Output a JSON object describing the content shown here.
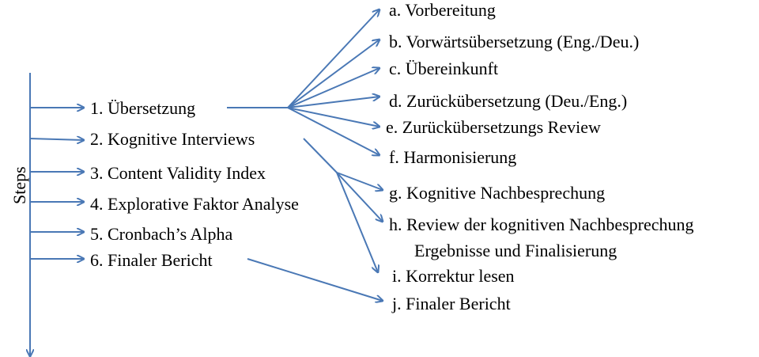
{
  "axis_label": "Steps",
  "line_color": "#4a78b5",
  "steps": [
    "1. Übersetzung",
    "2. Kognitive Interviews",
    "3. Content Validity Index",
    "4. Explorative Faktor Analyse",
    "5. Cronbach’s Alpha",
    "6. Finaler Bericht"
  ],
  "substeps": [
    "a. Vorbereitung",
    "b. Vorwärtsübersetzung (Eng./Deu.)",
    "c. Übereinkunft",
    "d. Zurückübersetzung (Deu./Eng.)",
    "e. Zurückübersetzungs Review",
    "f. Harmonisierung",
    "g. Kognitive Nachbesprechung",
    "h. Review der kognitiven Nachbesprechung",
    "Ergebnisse und Finalisierung",
    "i. Korrektur lesen",
    "j. Finaler Bericht"
  ]
}
